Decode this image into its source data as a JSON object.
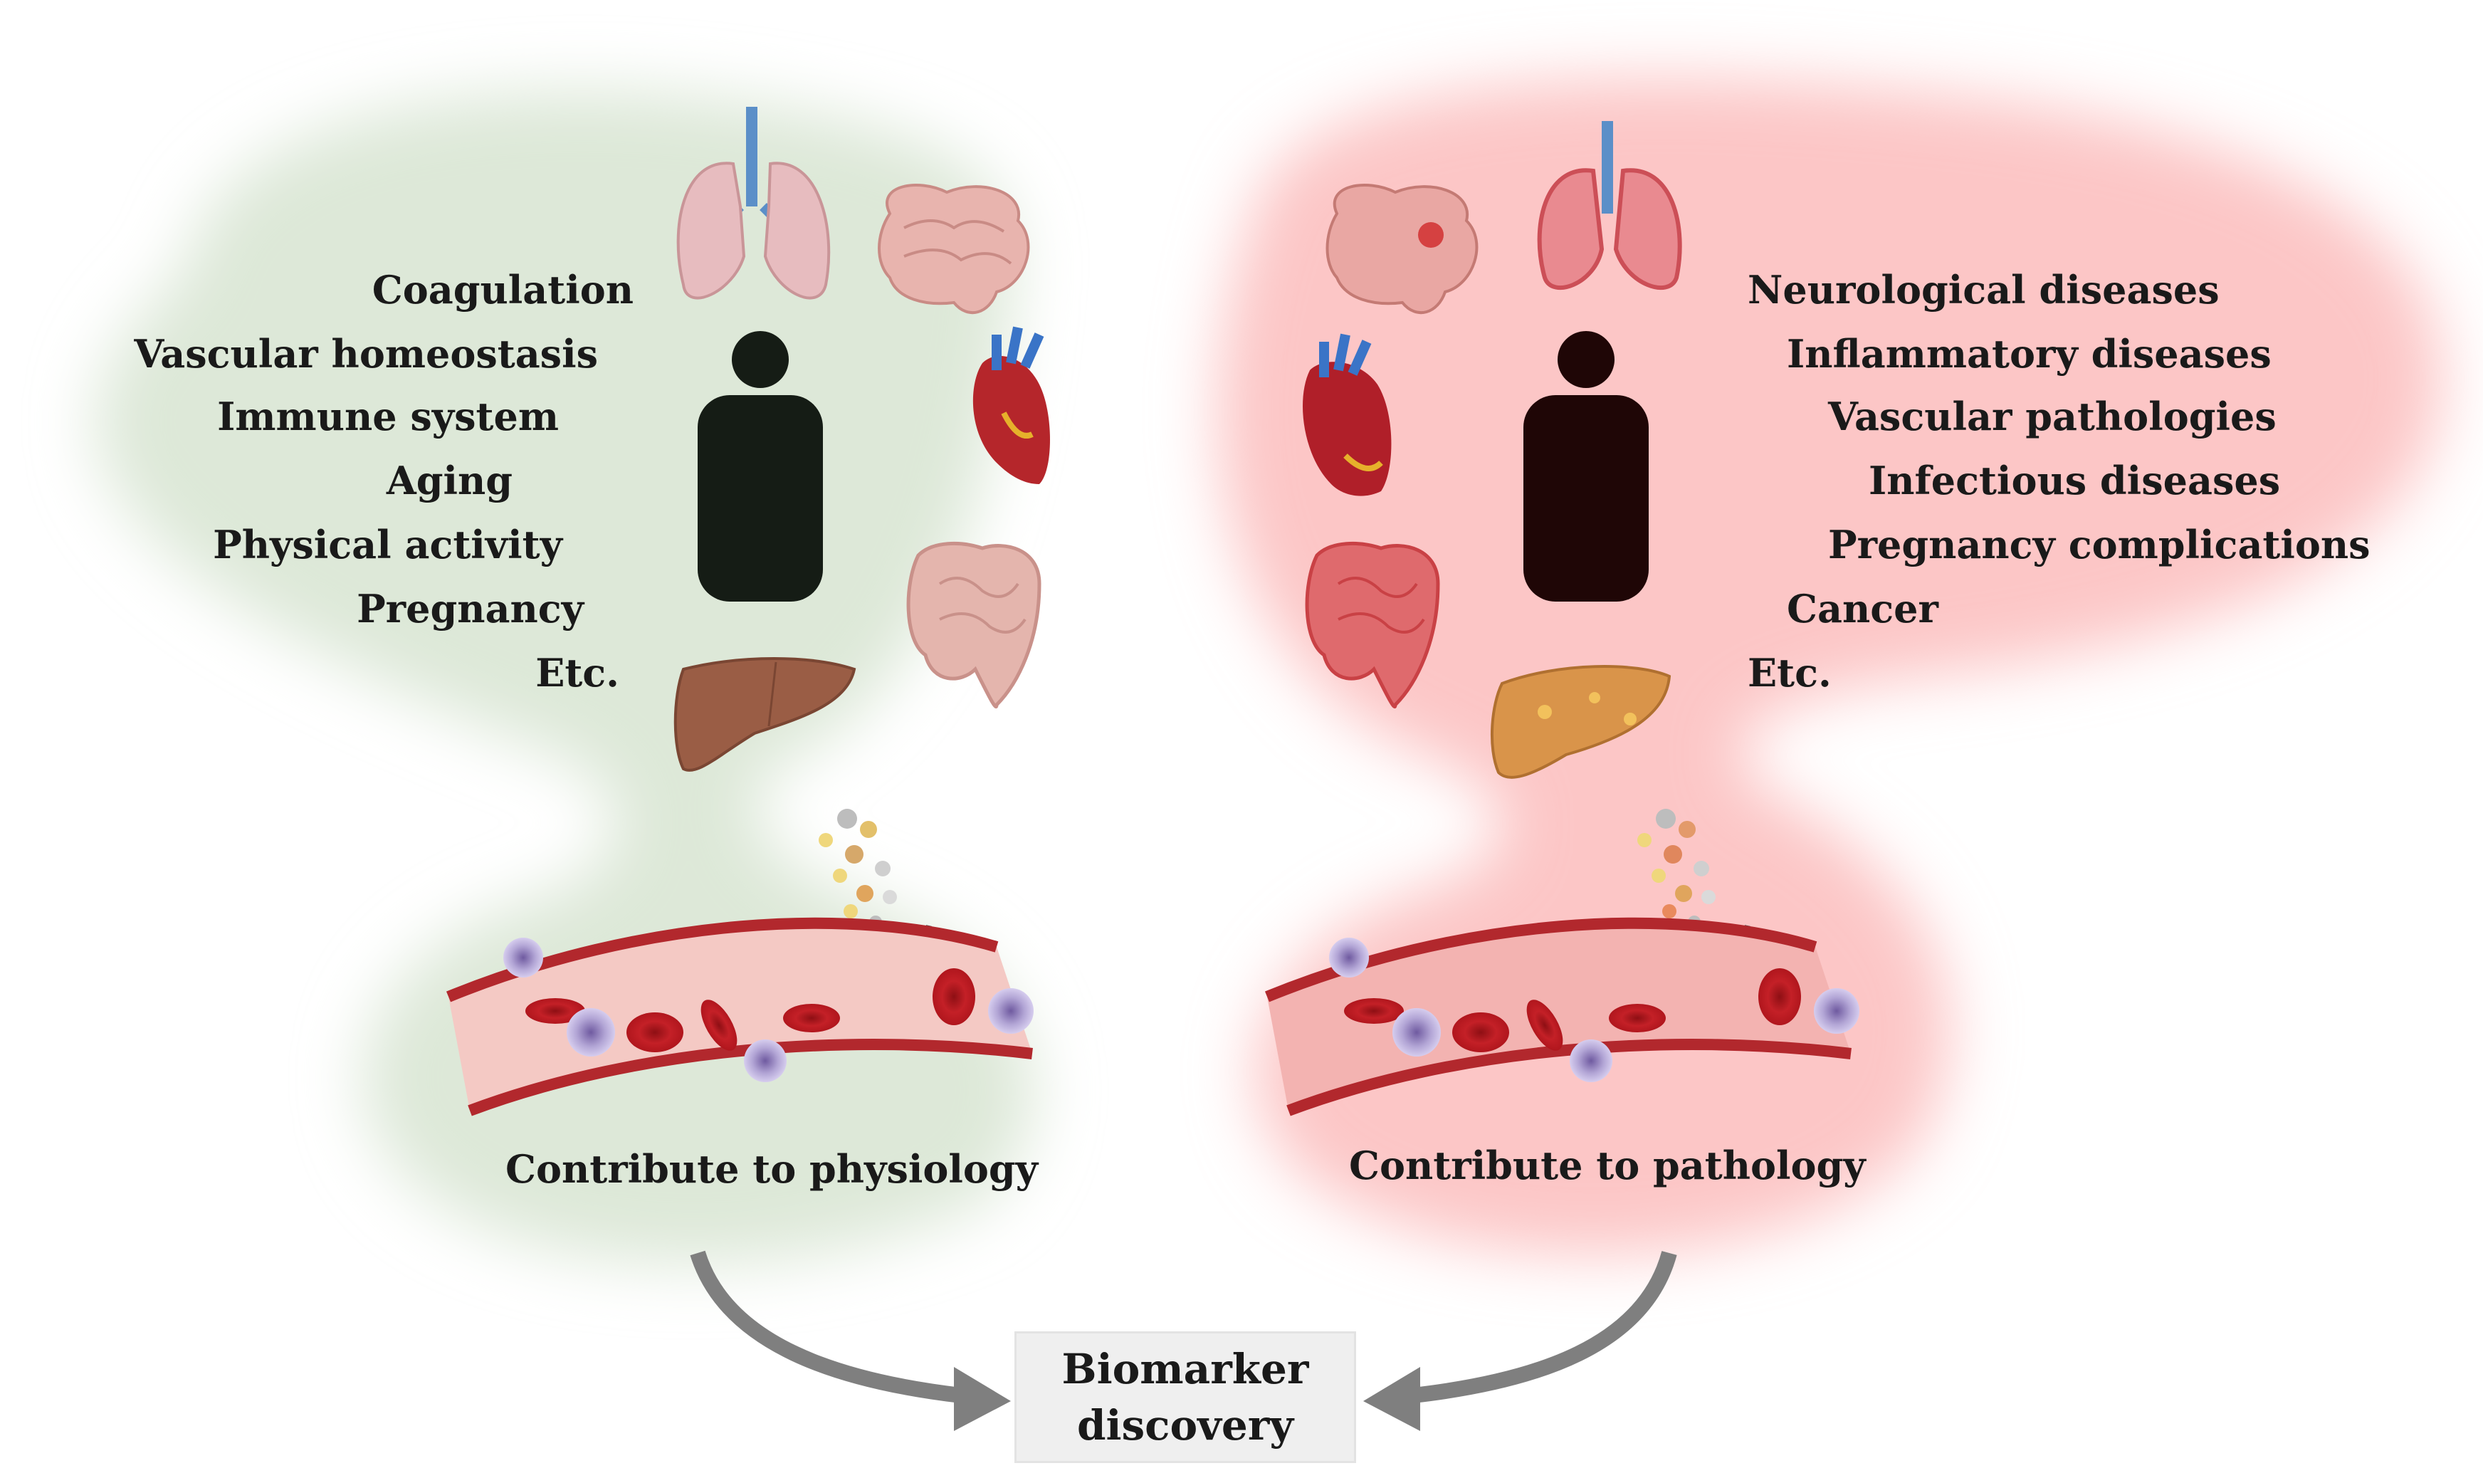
{
  "left_panel": {
    "processes": [
      "Coagulation",
      "Vascular homeostasis",
      "Immune system",
      "Aging",
      "Physical activity",
      "Pregnancy",
      "Etc."
    ],
    "caption": "Contribute to physiology",
    "color": "#dfe9da"
  },
  "right_panel": {
    "conditions": [
      "Neurological diseases",
      "Inflammatory diseases",
      "Vascular pathologies",
      "Infectious diseases",
      "Pregnancy complications",
      "Cancer",
      "Etc."
    ],
    "caption": "Contribute to pathology",
    "color": "#fcc9c9"
  },
  "outcome": {
    "line1": "Biomarker",
    "line2": "discovery"
  },
  "icons": [
    "lungs-icon",
    "brain-icon",
    "heart-icon",
    "intestine-icon",
    "liver-icon",
    "person-icon",
    "blood-vessel-icon",
    "vesicles-icon",
    "arrow-icon"
  ]
}
